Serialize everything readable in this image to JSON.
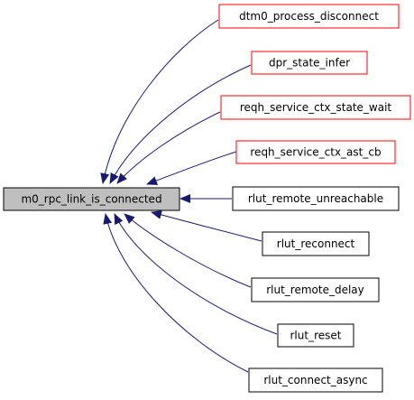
{
  "colors": {
    "edge": "#191970",
    "root_fill": "#bfbfbf",
    "root_border": "#000000",
    "red_border": "#ff0000",
    "black_border": "#000000",
    "text": "#000000",
    "background": "#ffffff"
  },
  "graph": {
    "root": {
      "label": "m0_rpc_link_is_connected",
      "style": "highlighted"
    },
    "callers": [
      {
        "label": "dtm0_process_disconnect",
        "border": "red"
      },
      {
        "label": "dpr_state_infer",
        "border": "red"
      },
      {
        "label": "reqh_service_ctx_state_wait",
        "border": "red"
      },
      {
        "label": "reqh_service_ctx_ast_cb",
        "border": "red"
      },
      {
        "label": "rlut_remote_unreachable",
        "border": "black"
      },
      {
        "label": "rlut_reconnect",
        "border": "black"
      },
      {
        "label": "rlut_remote_delay",
        "border": "black"
      },
      {
        "label": "rlut_reset",
        "border": "black"
      },
      {
        "label": "rlut_connect_async",
        "border": "black"
      }
    ]
  }
}
